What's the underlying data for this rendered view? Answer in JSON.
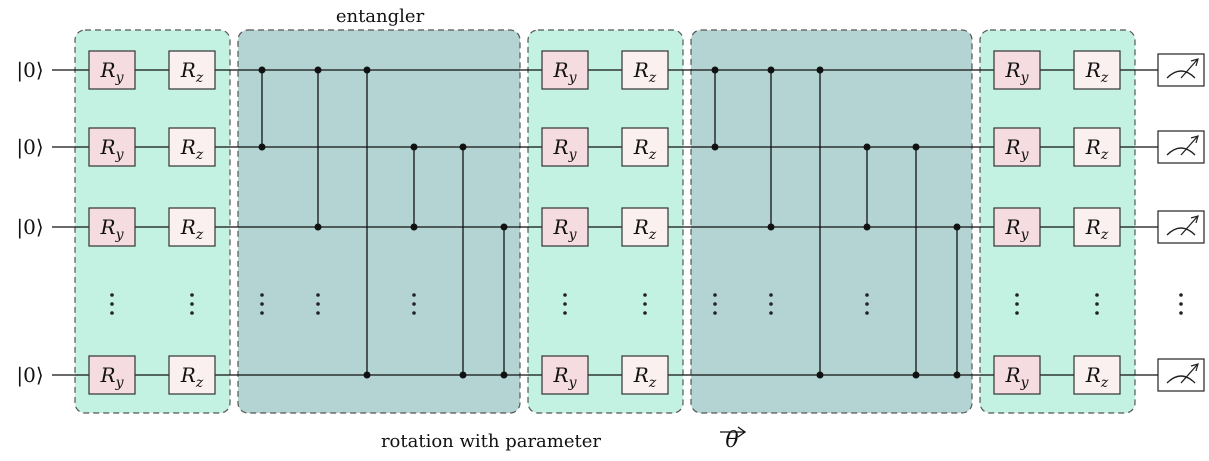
{
  "header": {
    "entangler_label": "entangler"
  },
  "footer": {
    "rotation_label": "rotation with parameter",
    "theta_symbol": "θ"
  },
  "initial_state": "|0⟩",
  "gates": {
    "ry": {
      "base": "R",
      "sub": "y"
    },
    "rz": {
      "base": "R",
      "sub": "z"
    }
  },
  "colors": {
    "rotation_block": "#c3f1e2",
    "entangler_block": "#b4d4d4",
    "ry_gate": "#f5dce0",
    "rz_gate": "#fbf0f0",
    "block_border": "#555555"
  },
  "icons": {
    "measurement": "measurement-meter-icon",
    "ellipsis": "vertical-ellipsis-icon"
  }
}
